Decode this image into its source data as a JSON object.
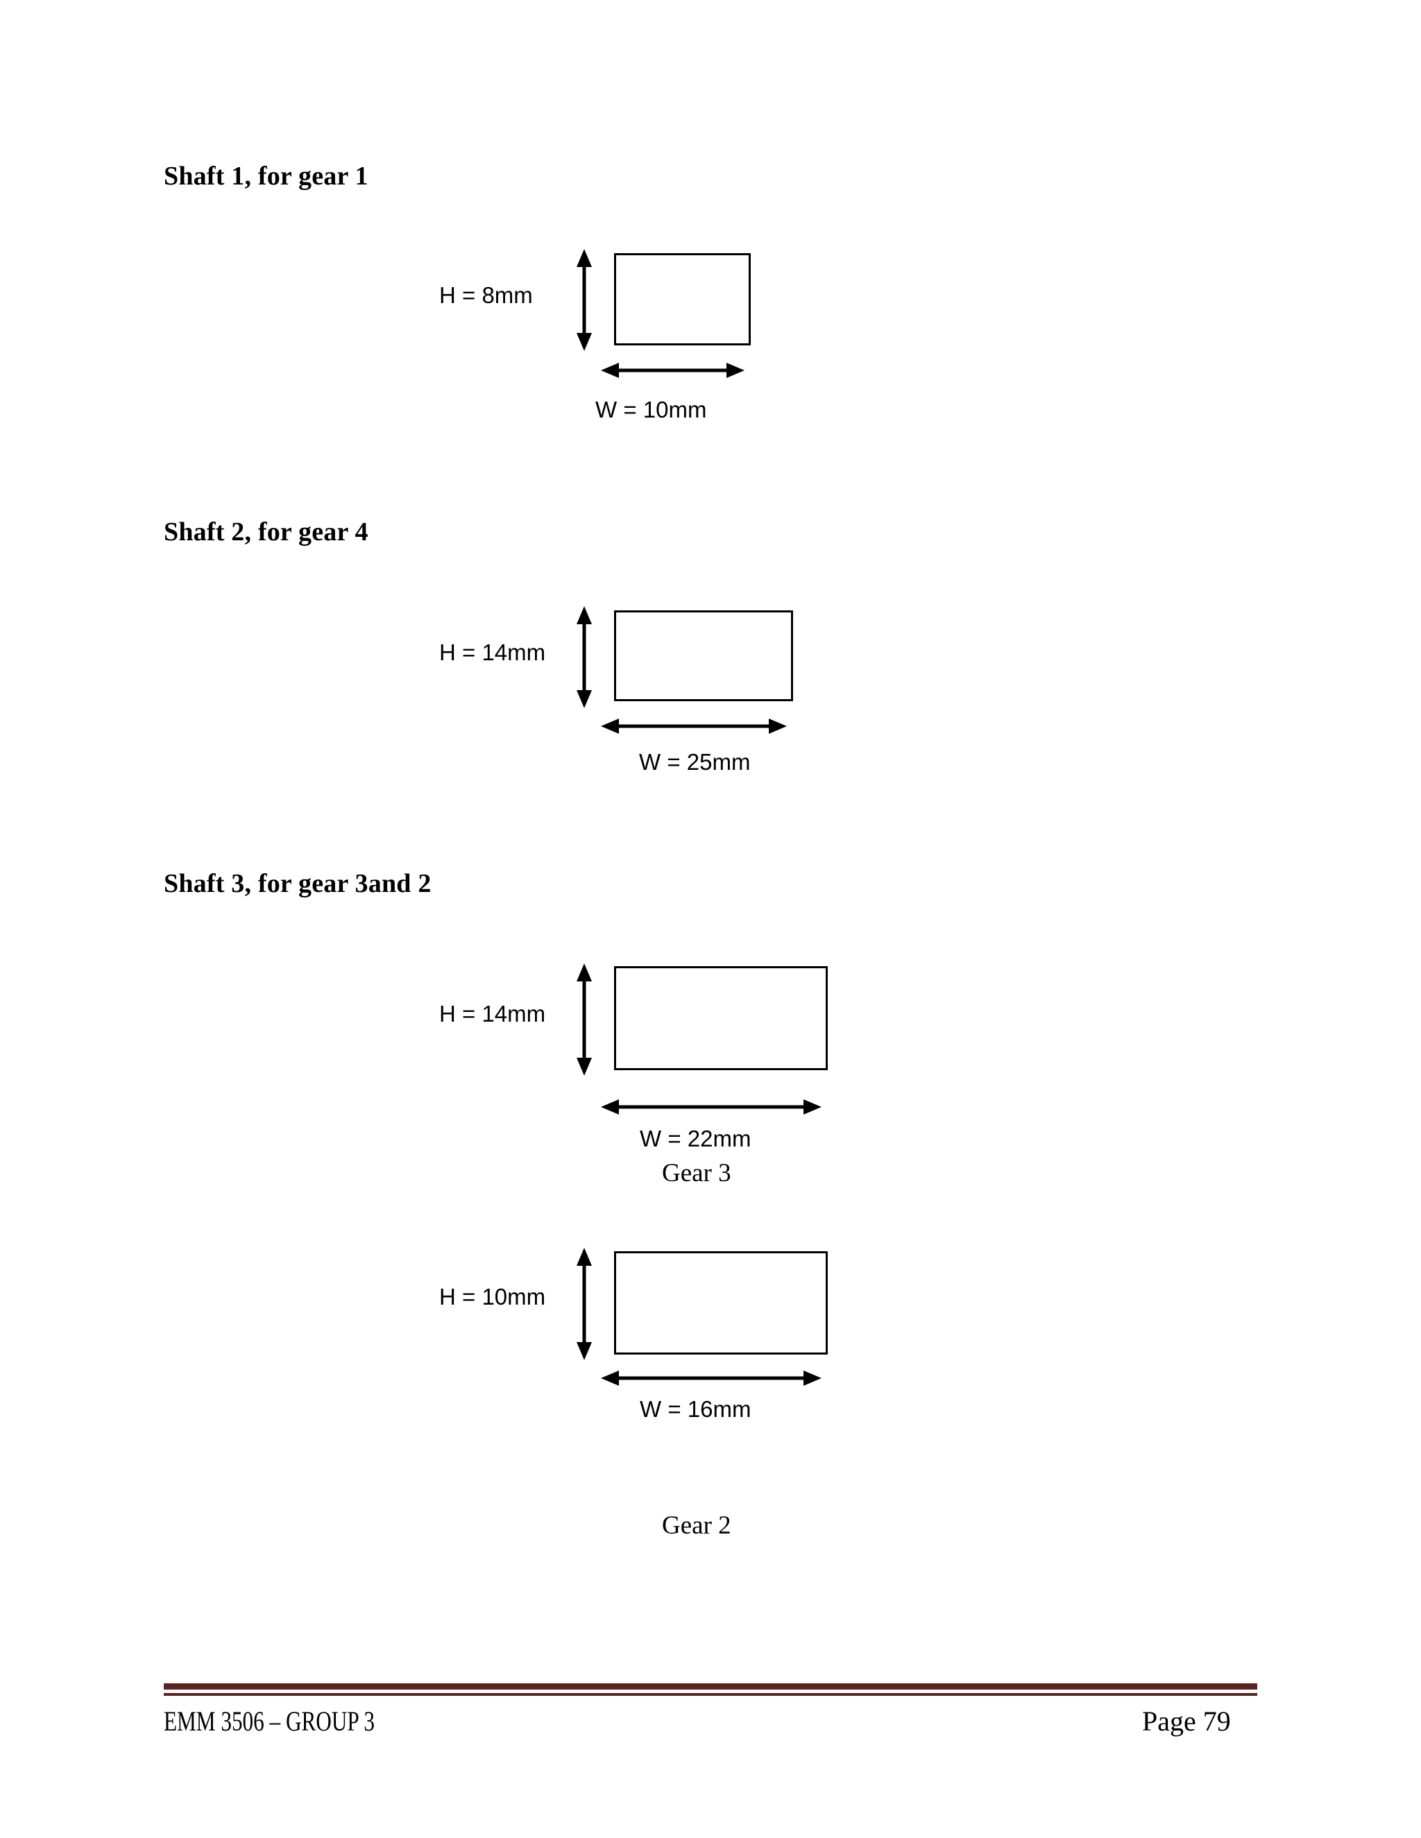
{
  "document": {
    "page_background": "#ffffff",
    "ink_color": "#000000",
    "footer_rule_color": "#5B2220"
  },
  "sections": [
    {
      "heading": "Shaft 1, for gear 1",
      "height_label": "H = 8mm",
      "width_label": "W = 10mm",
      "caption": ""
    },
    {
      "heading": "Shaft 2, for gear 4",
      "height_label": "H = 14mm",
      "width_label": "W = 25mm",
      "caption": ""
    },
    {
      "heading": "Shaft 3, for gear 3and 2",
      "height_label": "H = 14mm",
      "width_label": "W = 22mm",
      "caption": "Gear 3"
    },
    {
      "heading": "",
      "height_label": "H = 10mm",
      "width_label": "W = 16mm",
      "caption": "Gear 2"
    }
  ],
  "footer": {
    "left_text": "EMM 3506 – GROUP 3",
    "right_text": "Page 79"
  },
  "chart_data": {
    "type": "diagram",
    "title": "Shaft cross-section dimensions",
    "items": [
      {
        "name": "Shaft 1, for gear 1",
        "height_mm": 8,
        "width_mm": 10,
        "caption": null
      },
      {
        "name": "Shaft 2, for gear 4",
        "height_mm": 14,
        "width_mm": 25,
        "caption": null
      },
      {
        "name": "Shaft 3, for gear 3and 2",
        "height_mm": 14,
        "width_mm": 22,
        "caption": "Gear 3"
      },
      {
        "name": "Shaft 3, for gear 3and 2",
        "height_mm": 10,
        "width_mm": 16,
        "caption": "Gear 2"
      }
    ],
    "units": "mm"
  }
}
